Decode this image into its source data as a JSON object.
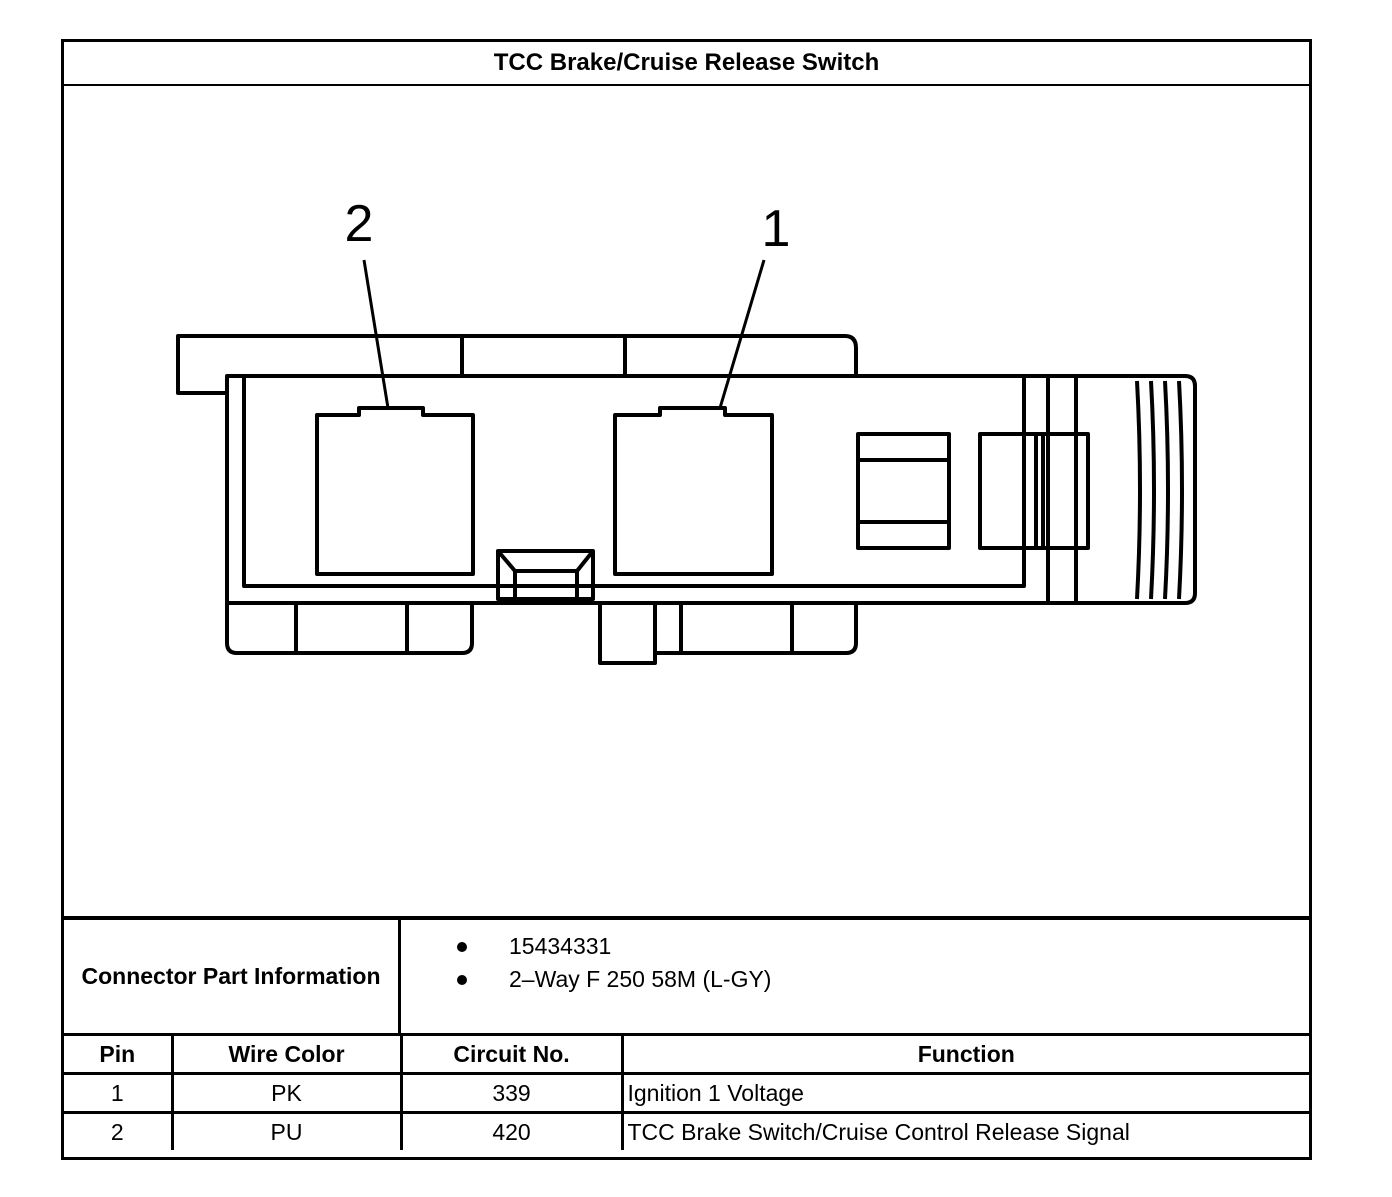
{
  "title": "TCC Brake/Cruise Release Switch",
  "diagram": {
    "pin_labels": [
      "2",
      "1"
    ]
  },
  "connector_info": {
    "label": "Connector Part Information",
    "items": [
      "15434331",
      "2–Way F 250 58M (L-GY)"
    ]
  },
  "pin_table": {
    "headers": [
      "Pin",
      "Wire Color",
      "Circuit No.",
      "Function"
    ],
    "rows": [
      {
        "pin": "1",
        "wire_color": "PK",
        "circuit": "339",
        "function": "Ignition 1 Voltage"
      },
      {
        "pin": "2",
        "wire_color": "PU",
        "circuit": "420",
        "function": "TCC Brake Switch/Cruise Control Release Signal"
      }
    ]
  }
}
